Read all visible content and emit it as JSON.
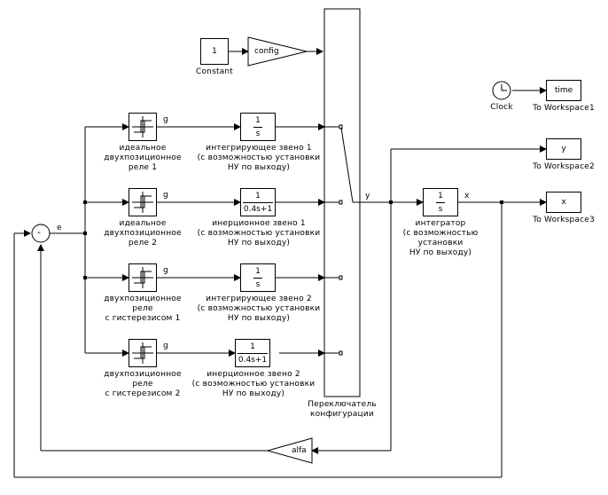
{
  "constant": {
    "value": "1",
    "label": "Constant"
  },
  "config_gain": {
    "value": "config"
  },
  "clock": {
    "label": "Clock"
  },
  "workspace": [
    {
      "var": "time",
      "label": "To Workspace1"
    },
    {
      "var": "y",
      "label": "To Workspace2"
    },
    {
      "var": "x",
      "label": "To Workspace3"
    }
  ],
  "sum": {
    "signs": "-",
    "output_signal": "e"
  },
  "relays": [
    {
      "label": "идеальное\nдвухпозиционное\nреле 1",
      "signal": "g"
    },
    {
      "label": "идеальное\nдвухпозиционное\nреле 2",
      "signal": "g"
    },
    {
      "label": "двухпозиционное\nреле\nс гистерезисом 1",
      "signal": "g"
    },
    {
      "label": "двухпозиционное\nреле\nс гистерезисом 2",
      "signal": "g"
    }
  ],
  "links": [
    {
      "num": "1",
      "den": "s",
      "label": "интегрирующее звено 1\n(с возможностью установки\nНУ по выходу)"
    },
    {
      "num": "1",
      "den": "0.4s+1",
      "label": "инерционное звено 1\n(с возможностью установки\nНУ по выходу)"
    },
    {
      "num": "1",
      "den": "s",
      "label": "интегрирующее звено 2\n(с возможностью установки\nНУ по выходу)"
    },
    {
      "num": "1",
      "den": "0.4s+1",
      "label": "инерционное звено 2\n(с возможностью установки\nНУ по выходу)"
    }
  ],
  "switch": {
    "label": "Переключатель\nконфигурации",
    "output_signal": "y"
  },
  "integrator": {
    "num": "1",
    "den": "s",
    "label": "интегратор\n(с возможностью\nустановки\nНУ по выходу)",
    "output_signal": "x"
  },
  "alfa_gain": {
    "value": "alfa"
  }
}
